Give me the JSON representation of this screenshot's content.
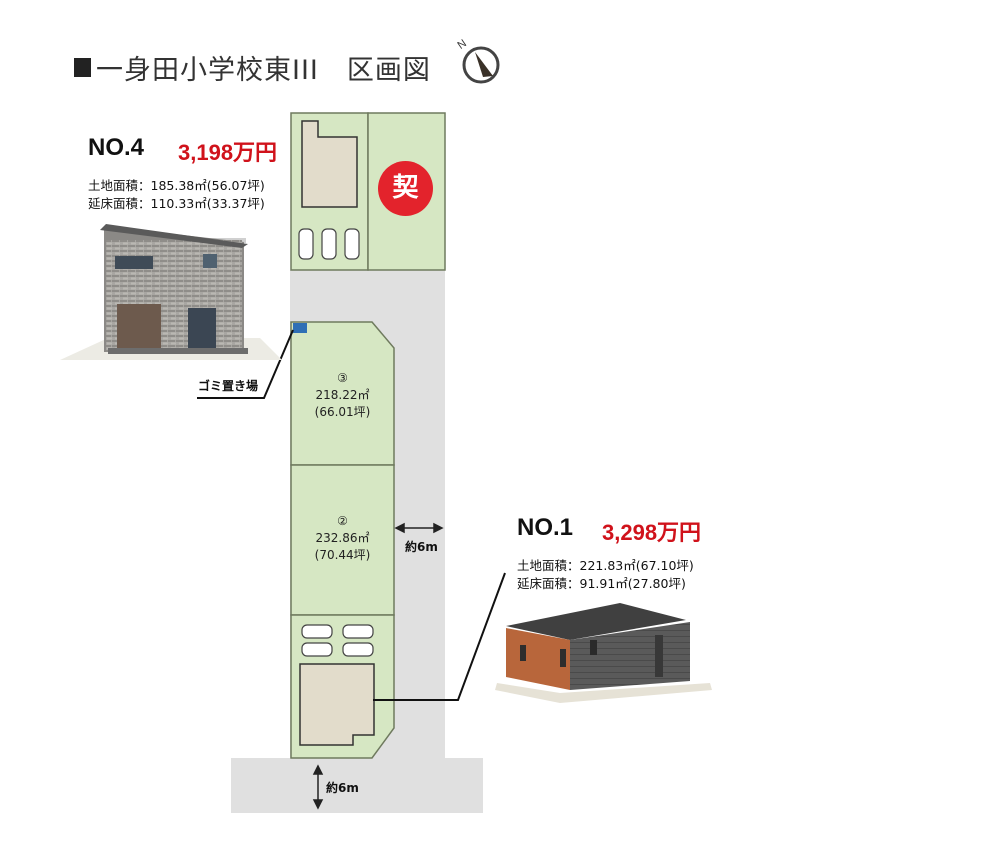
{
  "header": {
    "title": "一身田小学校東III　区画図"
  },
  "listing_no4": {
    "no": "NO.4",
    "price": "3,198万円",
    "land_area": "土地面積：185.38㎡(56.07坪)",
    "floor_area": "延床面積：110.33㎡(33.37坪)"
  },
  "listing_no1": {
    "no": "NO.1",
    "price": "3,298万円",
    "land_area": "土地面積：221.83㎡(67.10坪)",
    "floor_area": "延床面積：91.91㎡(27.80坪)"
  },
  "lots": [
    {
      "num": "③",
      "area": "218.22㎡",
      "tsubo": "(66.01坪)"
    },
    {
      "num": "②",
      "area": "232.86㎡",
      "tsubo": "(70.44坪)"
    }
  ],
  "contract_mark": "契",
  "garbage_label": "ゴミ置き場",
  "road_widths": {
    "side": "約6m",
    "front": "約6m"
  },
  "colors": {
    "lot_green": "#d6e7c3",
    "lot_outline": "#6f7a5e",
    "road_gray": "#e0e0e0",
    "house_beige": "#e2dccb",
    "price_red": "#d0121b",
    "garbage_blue": "#2f6fb5"
  },
  "icons": [
    "north-compass-icon",
    "car-icon",
    "double-arrow-icon"
  ]
}
